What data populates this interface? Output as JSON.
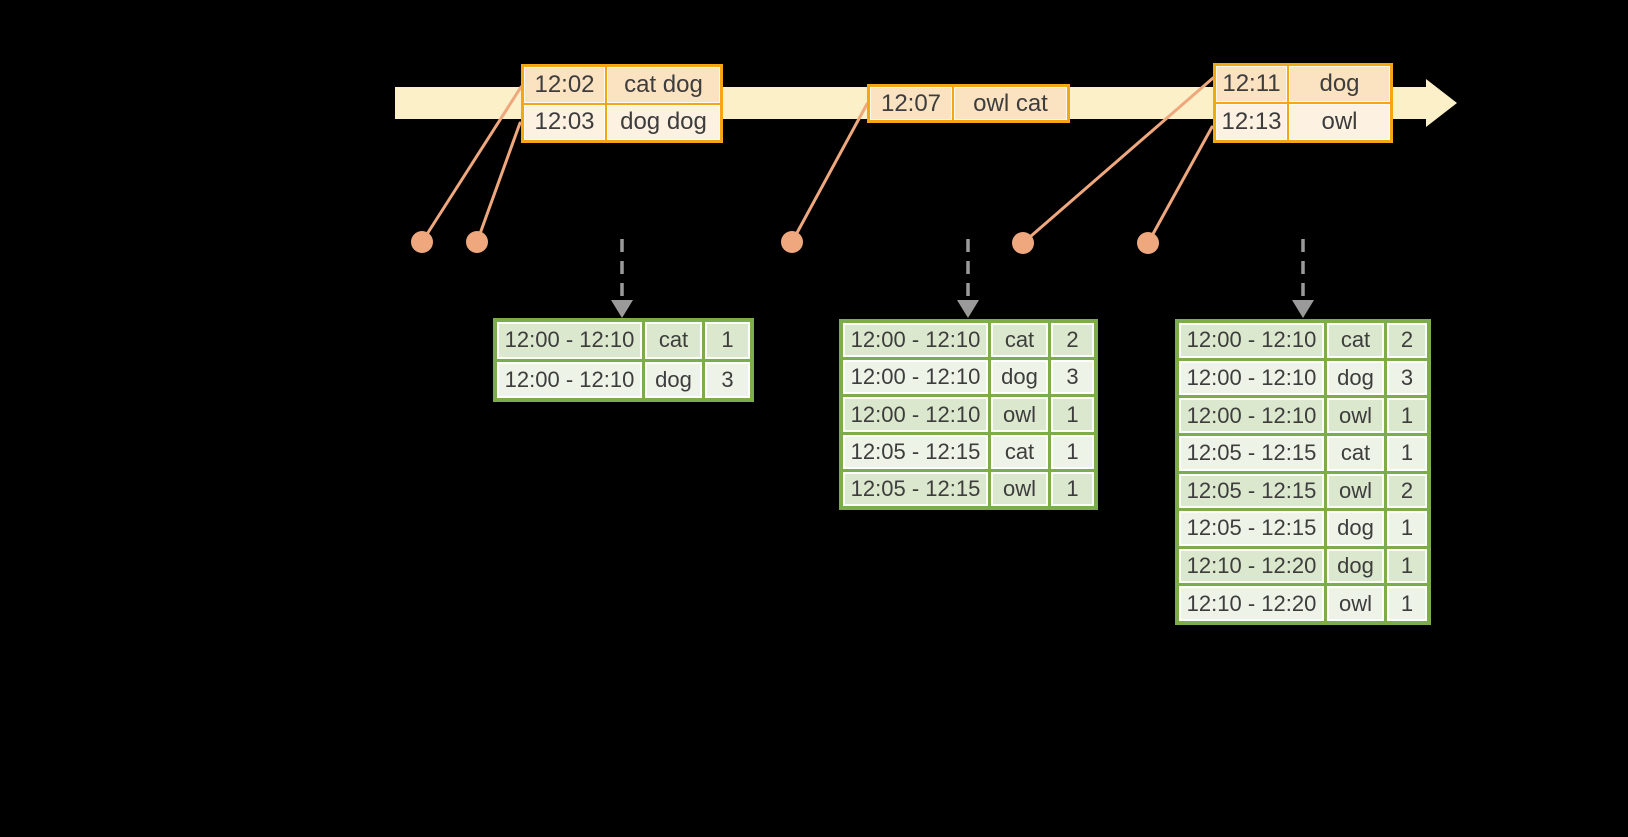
{
  "colors": {
    "background": "#000000",
    "timeline_band": "#FCF0C9",
    "event_table_border": "#F3A712",
    "event_row_dark": "#FBE2C1",
    "event_row_light": "#FDF2E2",
    "connector_salmon": "#EFA87D",
    "result_table_border": "#7DAD4B",
    "result_row_dark": "#DCE8CD",
    "result_row_light": "#EEF3E7",
    "dashed_arrow_gray": "#9A9A9A",
    "text": "#3D3D3D"
  },
  "event_tables": [
    {
      "rows": [
        {
          "time": "12:02",
          "words": "cat dog"
        },
        {
          "time": "12:03",
          "words": "dog dog"
        }
      ]
    },
    {
      "rows": [
        {
          "time": "12:07",
          "words": "owl cat"
        }
      ]
    },
    {
      "rows": [
        {
          "time": "12:11",
          "words": "dog"
        },
        {
          "time": "12:13",
          "words": "owl"
        }
      ]
    }
  ],
  "result_tables": [
    {
      "rows": [
        {
          "window": "12:00 - 12:10",
          "word": "cat",
          "count": "1"
        },
        {
          "window": "12:00 - 12:10",
          "word": "dog",
          "count": "3"
        }
      ]
    },
    {
      "rows": [
        {
          "window": "12:00 - 12:10",
          "word": "cat",
          "count": "2"
        },
        {
          "window": "12:00 - 12:10",
          "word": "dog",
          "count": "3"
        },
        {
          "window": "12:00 - 12:10",
          "word": "owl",
          "count": "1"
        },
        {
          "window": "12:05 - 12:15",
          "word": "cat",
          "count": "1"
        },
        {
          "window": "12:05 - 12:15",
          "word": "owl",
          "count": "1"
        }
      ]
    },
    {
      "rows": [
        {
          "window": "12:00 - 12:10",
          "word": "cat",
          "count": "2"
        },
        {
          "window": "12:00 - 12:10",
          "word": "dog",
          "count": "3"
        },
        {
          "window": "12:00 - 12:10",
          "word": "owl",
          "count": "1"
        },
        {
          "window": "12:05 - 12:15",
          "word": "cat",
          "count": "1"
        },
        {
          "window": "12:05 - 12:15",
          "word": "owl",
          "count": "2"
        },
        {
          "window": "12:05 - 12:15",
          "word": "dog",
          "count": "1"
        },
        {
          "window": "12:10 - 12:20",
          "word": "dog",
          "count": "1"
        },
        {
          "window": "12:10 - 12:20",
          "word": "owl",
          "count": "1"
        }
      ]
    }
  ]
}
